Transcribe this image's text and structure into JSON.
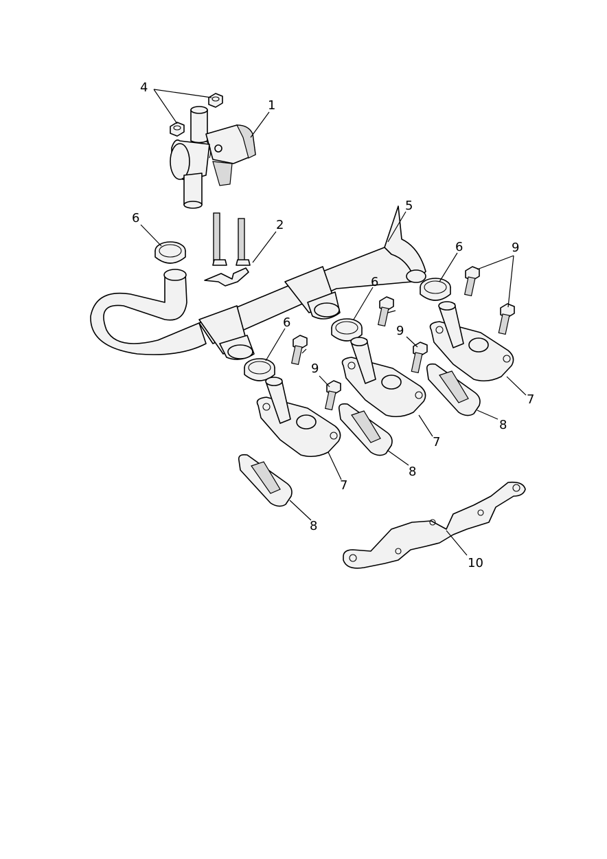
{
  "diagram": {
    "callouts": {
      "c1": "1",
      "c2": "2",
      "c4": "4",
      "c5": "5",
      "c6a": "6",
      "c6b": "6",
      "c6c": "6",
      "c6d": "6",
      "c7a": "7",
      "c7b": "7",
      "c7c": "7",
      "c8a": "8",
      "c8b": "8",
      "c8c": "8",
      "c9a": "9",
      "c9b": "9",
      "c9c": "9",
      "c10": "10"
    }
  }
}
